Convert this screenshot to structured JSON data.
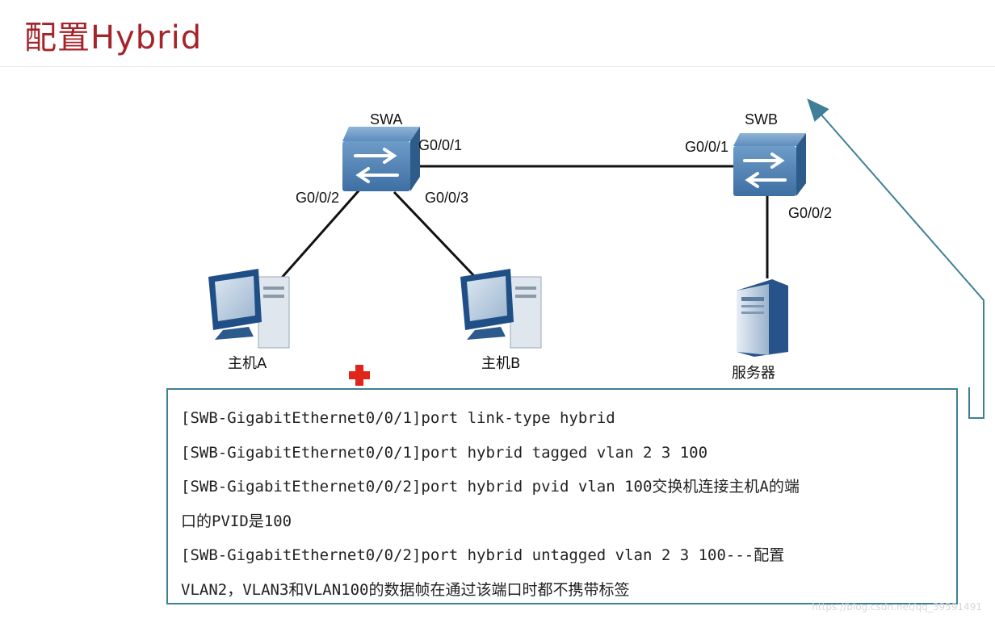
{
  "title": "配置Hybrid",
  "topology": {
    "switch_a": {
      "name": "SWA",
      "port_up": "G0/0/1",
      "port_left": "G0/0/2",
      "port_right": "G0/0/3"
    },
    "switch_b": {
      "name": "SWB",
      "port_left": "G0/0/1",
      "port_down": "G0/0/2"
    },
    "host_a": {
      "label": "主机A"
    },
    "host_b": {
      "label": "主机B"
    },
    "server": {
      "label": "服务器"
    }
  },
  "config": {
    "lines": [
      "[SWB-GigabitEthernet0/0/1]port link-type hybrid",
      "[SWB-GigabitEthernet0/0/1]port hybrid tagged vlan 2 3 100",
      "[SWB-GigabitEthernet0/0/2]port hybrid pvid vlan 100交换机连接主机A的端",
      "口的PVID是100",
      "[SWB-GigabitEthernet0/0/2]port hybrid untagged vlan 2 3 100---配置",
      "VLAN2，VLAN3和VLAN100的数据帧在通过该端口时都不携带标签"
    ]
  },
  "watermark": "https://blog.csdn.net/qq_39591491",
  "colors": {
    "title": "#a5242a",
    "box_border": "#3f7f97",
    "arrow": "#3f7f97",
    "switch_face": "#5f8fbe",
    "switch_dark": "#2e5c8a",
    "link": "#111111",
    "marker": "#e0261b"
  },
  "icons": [
    "switch-icon",
    "pc-icon",
    "server-icon",
    "red-cross-icon"
  ]
}
